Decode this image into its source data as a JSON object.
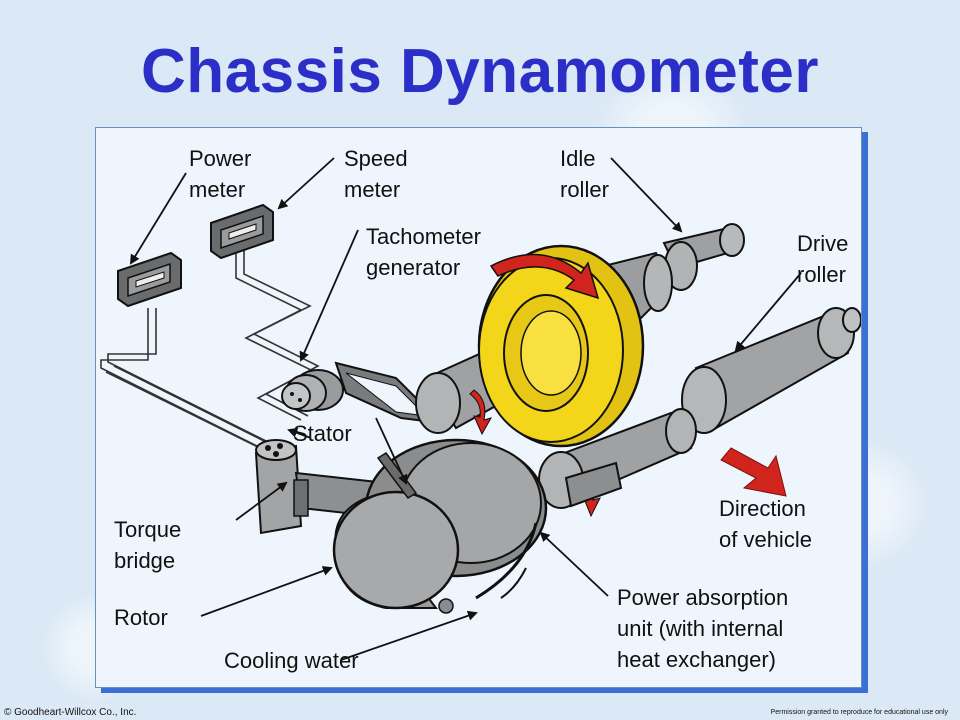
{
  "slide": {
    "title": "Chassis Dynamometer",
    "copyright": "© Goodheart-Willcox Co., Inc.",
    "permission": "Permission granted to reproduce for educational use only"
  },
  "diagram": {
    "labels": {
      "power_meter": [
        "Power",
        "meter"
      ],
      "speed_meter": [
        "Speed",
        "meter"
      ],
      "tachometer_generator": [
        "Tachometer",
        "generator"
      ],
      "idle_roller": [
        "Idle",
        "roller"
      ],
      "drive_roller": [
        "Drive",
        "roller"
      ],
      "stator": "Stator",
      "direction_of_vehicle": [
        "Direction",
        "of vehicle"
      ],
      "torque_bridge": [
        "Torque",
        "bridge"
      ],
      "rotor": "Rotor",
      "cooling_water": "Cooling water",
      "power_absorption_unit": [
        "Power absorption",
        "unit (with internal",
        "heat exchanger)"
      ]
    },
    "colors": {
      "machine_gray": "#a9aaab",
      "machine_dark": "#6e6f70",
      "tire_yellow": "#f3d51a",
      "arrow_red": "#d0241c",
      "meter_dark": "#555657"
    }
  }
}
